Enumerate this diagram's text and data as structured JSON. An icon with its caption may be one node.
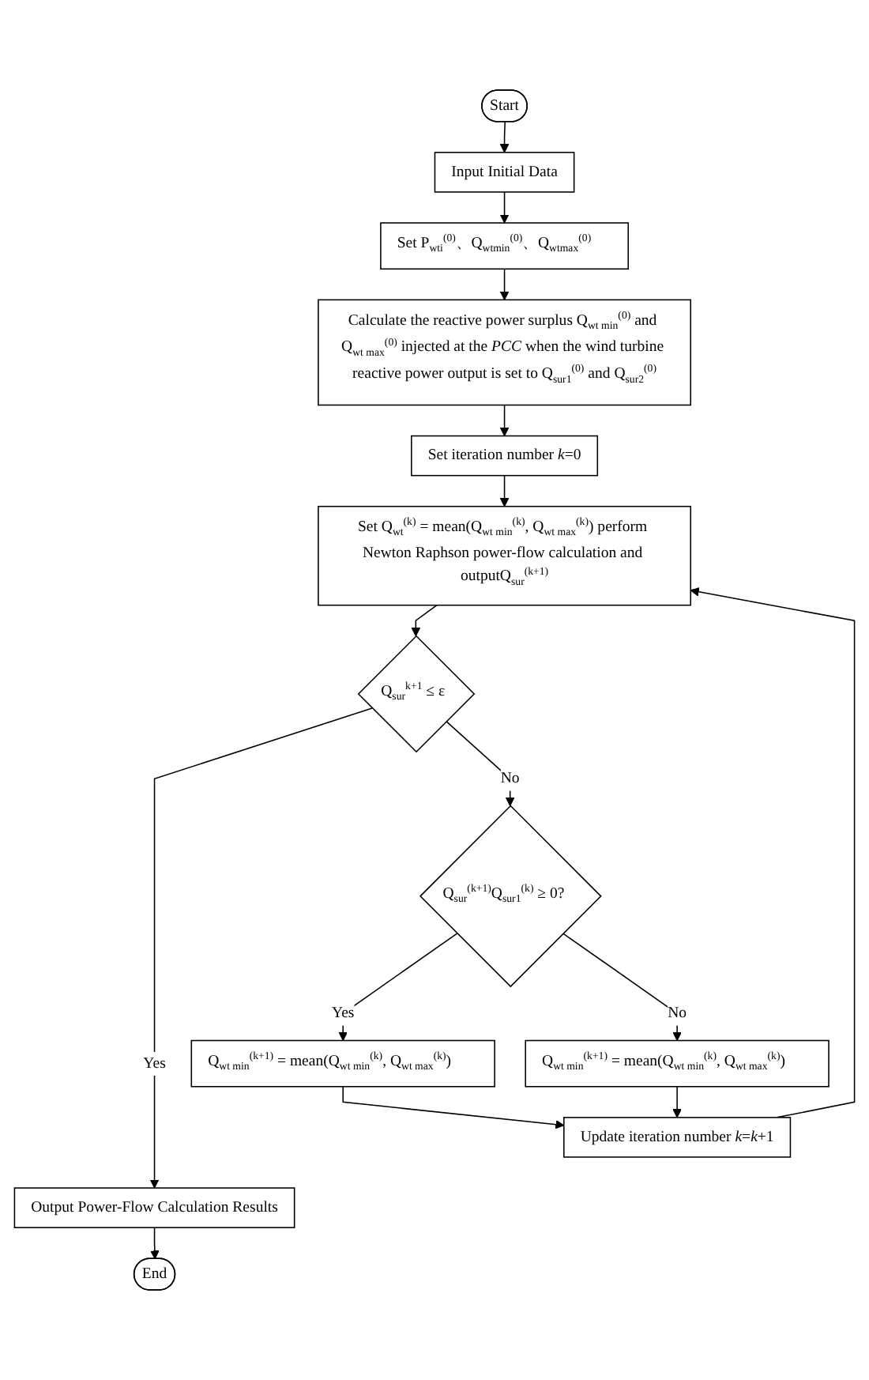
{
  "diagram": {
    "nodes": [
      {
        "text": [
          "Start"
        ]
      },
      {
        "text": [
          "Input Initial Data"
        ]
      },
      {
        "text": [
          "Set P$_{wti}$$^{(0)}$、Q$_{wtmin}$$^{(0)}$、Q$_{wtmax}$$^{(0)}$"
        ]
      },
      {
        "text": [
          "Calculate the reactive power surplus Q$_{wt min}$$^{(0)}$ and Q$_{wt max}$$^{(0)}$ injected at the *PCC* when the wind turbine reactive power output is set to Q$_{sur1}$$^{(0)}$ and Q$_{sur2}$$^{(0)}$"
        ]
      },
      {
        "text": [
          "Set iteration number *k*=0"
        ]
      },
      {
        "text": [
          "Set Q$_{wt}$$^{(k)}$ = mean(Q$_{wt min}$$^{(k)}$, Q$_{wt max}$$^{(k)}$) perform Newton Raphson power-flow calculation and outputQ$_{sur}$$^{(k+1)}$"
        ]
      },
      {
        "text": [
          "Q$_{sur}$$^{k+1}$ ≤ ε"
        ]
      },
      {
        "text": [
          "Q$_{sur}$$^{(k+1)}$Q$_{sur1}$$^{(k)}$ ≥ 0?"
        ]
      },
      {
        "text": [
          "Q$_{wt min}$$^{(k+1)}$ = mean(Q$_{wt min}$$^{(k)}$, Q$_{wt max}$$^{(k)}$)"
        ]
      },
      {
        "text": [
          "Q$_{wt min}$$^{(k+1)}$ = mean(Q$_{wt min}$$^{(k)}$, Q$_{wt max}$$^{(k)}$)"
        ]
      },
      {
        "text": [
          "Update iteration number *k*=*k*+1"
        ]
      },
      {
        "text": [
          "Output Power-Flow Calculation Results"
        ]
      },
      {
        "text": [
          "End"
        ]
      }
    ],
    "edges": [
      {
        "from": 0,
        "to": 1,
        "arrow": "to"
      },
      {
        "from": 1,
        "to": 2,
        "arrow": "to"
      },
      {
        "from": 2,
        "to": 3,
        "arrow": "to"
      },
      {
        "from": 3,
        "to": 4,
        "arrow": "to"
      },
      {
        "from": 4,
        "to": 5,
        "arrow": "to"
      },
      {
        "from": 5,
        "to": 6,
        "arrow": "to"
      },
      {
        "from": 6,
        "to": 11,
        "arrow": "to",
        "label": "Yes"
      },
      {
        "from": 6,
        "to": 7,
        "arrow": "to",
        "label": "No"
      },
      {
        "from": 7,
        "to": 8,
        "arrow": "to",
        "label": "Yes"
      },
      {
        "from": 7,
        "to": 9,
        "arrow": "to",
        "label": "No"
      },
      {
        "from": 8,
        "to": 10,
        "arrow": "to"
      },
      {
        "from": 9,
        "to": 10,
        "arrow": "to"
      },
      {
        "from": 10,
        "to": 5,
        "arrow": "to"
      },
      {
        "from": 11,
        "to": 12,
        "arrow": "to"
      }
    ]
  }
}
